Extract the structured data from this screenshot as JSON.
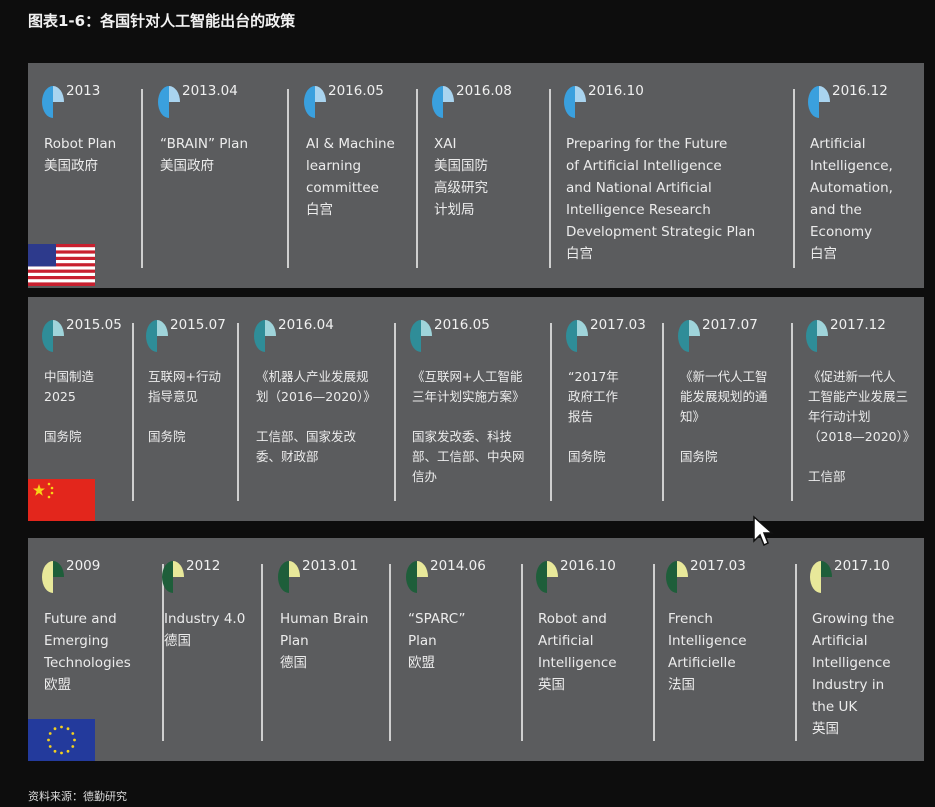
{
  "title": "图表1-6：各国针对人工智能出台的政策",
  "source": "资料来源：德勤研究",
  "colors": {
    "background": "#0d0d0d",
    "panel": "#5b5c5e",
    "us_pie": "#3aa0de",
    "cn_pie": "#2f8d98",
    "eu_pie": "#1e5e3a",
    "eu_pie_light": "#e8e89a"
  },
  "rows": {
    "us": {
      "flag": "us-flag",
      "items": [
        {
          "year": "2013",
          "name": "Robot Plan",
          "agency": "美国政府"
        },
        {
          "year": "2013.04",
          "name": "“BRAIN”   Plan",
          "agency": "美国政府"
        },
        {
          "year": "2016.05",
          "name": "AI & Machine\nlearning\ncommittee",
          "agency": "白宫"
        },
        {
          "year": "2016.08",
          "name": "XAI",
          "agency": "美国国防\n高级研究\n计划局"
        },
        {
          "year": "2016.10",
          "name": "Preparing for the Future\nof Artificial Intelligence\nand National Artificial\nIntelligence Research\nDevelopment Strategic Plan",
          "agency": "白宫"
        },
        {
          "year": "2016.12",
          "name": "Artificial\nIntelligence,\nAutomation,\nand the\nEconomy",
          "agency": "白宫"
        }
      ]
    },
    "cn": {
      "flag": "china-flag",
      "items": [
        {
          "year": "2015.05",
          "name": "中国制造\n2025",
          "agency": "国务院"
        },
        {
          "year": "2015.07",
          "name": "互联网+行动\n指导意见",
          "agency": "国务院"
        },
        {
          "year": "2016.04",
          "name": "《机器人产业发展规\n划（2016—2020）》",
          "agency": "工信部、国家发改\n委、财政部"
        },
        {
          "year": "2016.05",
          "name": "《互联网+人工智能\n三年计划实施方案》",
          "agency": "国家发改委、科技\n部、工信部、中央网\n信办"
        },
        {
          "year": "2017.03",
          "name": "“2017年\n政府工作\n报告",
          "agency": "国务院"
        },
        {
          "year": "2017.07",
          "name": "《新一代人工智\n能发展规划的通\n知》",
          "agency": "国务院"
        },
        {
          "year": "2017.12",
          "name": "《促进新一代人\n工智能产业发展三\n年行动计划\n（2018—2020）》",
          "agency": "工信部"
        }
      ]
    },
    "eu": {
      "flag": "eu-flag",
      "items": [
        {
          "year": "2009",
          "name": "Future and\nEmerging\nTechnologies",
          "agency": "欧盟"
        },
        {
          "year": "2012",
          "name": "Industry 4.0",
          "agency": "德国"
        },
        {
          "year": "2013.01",
          "name": "Human Brain\nPlan",
          "agency": "德国"
        },
        {
          "year": "2014.06",
          "name": "“SPARC”\nPlan",
          "agency": "欧盟"
        },
        {
          "year": "2016.10",
          "name": "Robot and\nArtificial\nIntelligence",
          "agency": "英国"
        },
        {
          "year": "2017.03",
          "name": "French\nIntelligence\nArtificielle",
          "agency": "法国"
        },
        {
          "year": "2017.10",
          "name": "Growing the\nArtificial\nIntelligence\nIndustry in\nthe UK",
          "agency": "英国"
        }
      ]
    }
  }
}
